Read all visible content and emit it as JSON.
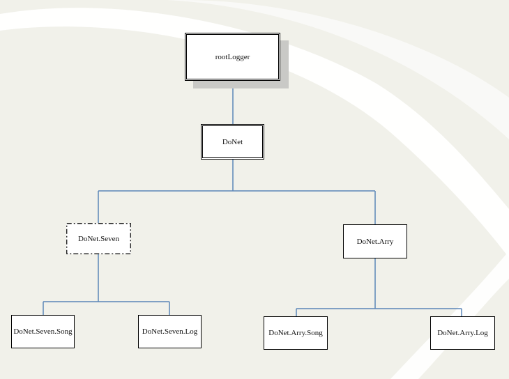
{
  "colors": {
    "background": "#f1f1ea",
    "swoosh": "#ffffff",
    "connector": "#5b86b8",
    "box_border": "#000000",
    "shadow": "#c9c9c6"
  },
  "nodes": {
    "root": "rootLogger",
    "donet": "DoNet",
    "seven": "DoNet.Seven",
    "arry": "DoNet.Arry",
    "seven_song": "DoNet.Seven.Song",
    "seven_log": "DoNet.Seven.Log",
    "arry_song": "DoNet.Arry.Song",
    "arry_log": "DoNet.Arry.Log"
  }
}
